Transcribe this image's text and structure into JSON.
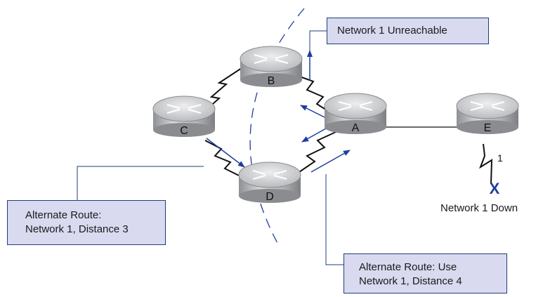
{
  "routers": [
    {
      "id": "B",
      "label": "B"
    },
    {
      "id": "C",
      "label": "C"
    },
    {
      "id": "A",
      "label": "A"
    },
    {
      "id": "D",
      "label": "D"
    },
    {
      "id": "E",
      "label": "E"
    }
  ],
  "callouts": {
    "unreachable": {
      "text": "Network 1 Unreachable"
    },
    "alt_left": {
      "line1": "Alternate Route:",
      "line2": "Network 1, Distance 3"
    },
    "alt_right": {
      "line1": "Alternate Route: Use",
      "line2": "Network 1, Distance 4"
    }
  },
  "network_down": {
    "link_label": "1",
    "marker": "X",
    "caption": "Network 1 Down"
  },
  "colors": {
    "callout_fill": "#d9daf0",
    "callout_border": "#1f3d7a",
    "arrow": "#1f3d9e",
    "router_body": "#b7b9bc",
    "failure_marker": "#1f3d9e"
  }
}
